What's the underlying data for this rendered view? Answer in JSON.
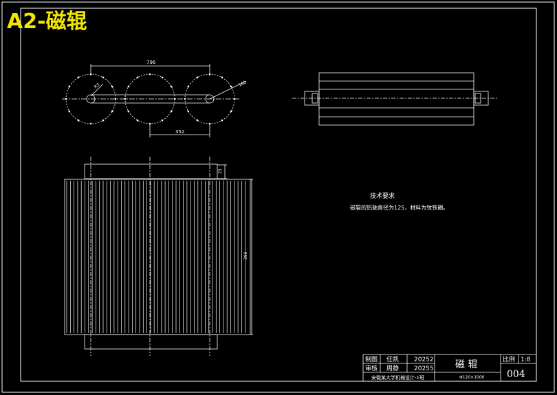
{
  "badge": {
    "text": "A2-磁辊"
  },
  "dims": {
    "top_width": "796",
    "left_circle_radius": "R3",
    "right_circle_radius": "160",
    "bottom_span": "352",
    "side_height": "25",
    "body_height": "396"
  },
  "notes": {
    "heading": "技术要求",
    "line1": "磁辊的铝轴直径为125，材料为钕铁硼。"
  },
  "title_block": {
    "row1_label": "制图",
    "row1_name": "任凯",
    "row1_date": "20252",
    "row2_label": "审核",
    "row2_name": "周静",
    "row2_date": "20255",
    "bottom_text": "安徽某大学机械设计-1班",
    "part_name": "磁 辊",
    "part_spec": "Φ120×1000",
    "scale_label": "比例",
    "scale_value": "1:8",
    "drawing_no": "004"
  },
  "colors": {
    "line": "#ffffff",
    "badge": "#f2e600",
    "background": "#000000"
  }
}
